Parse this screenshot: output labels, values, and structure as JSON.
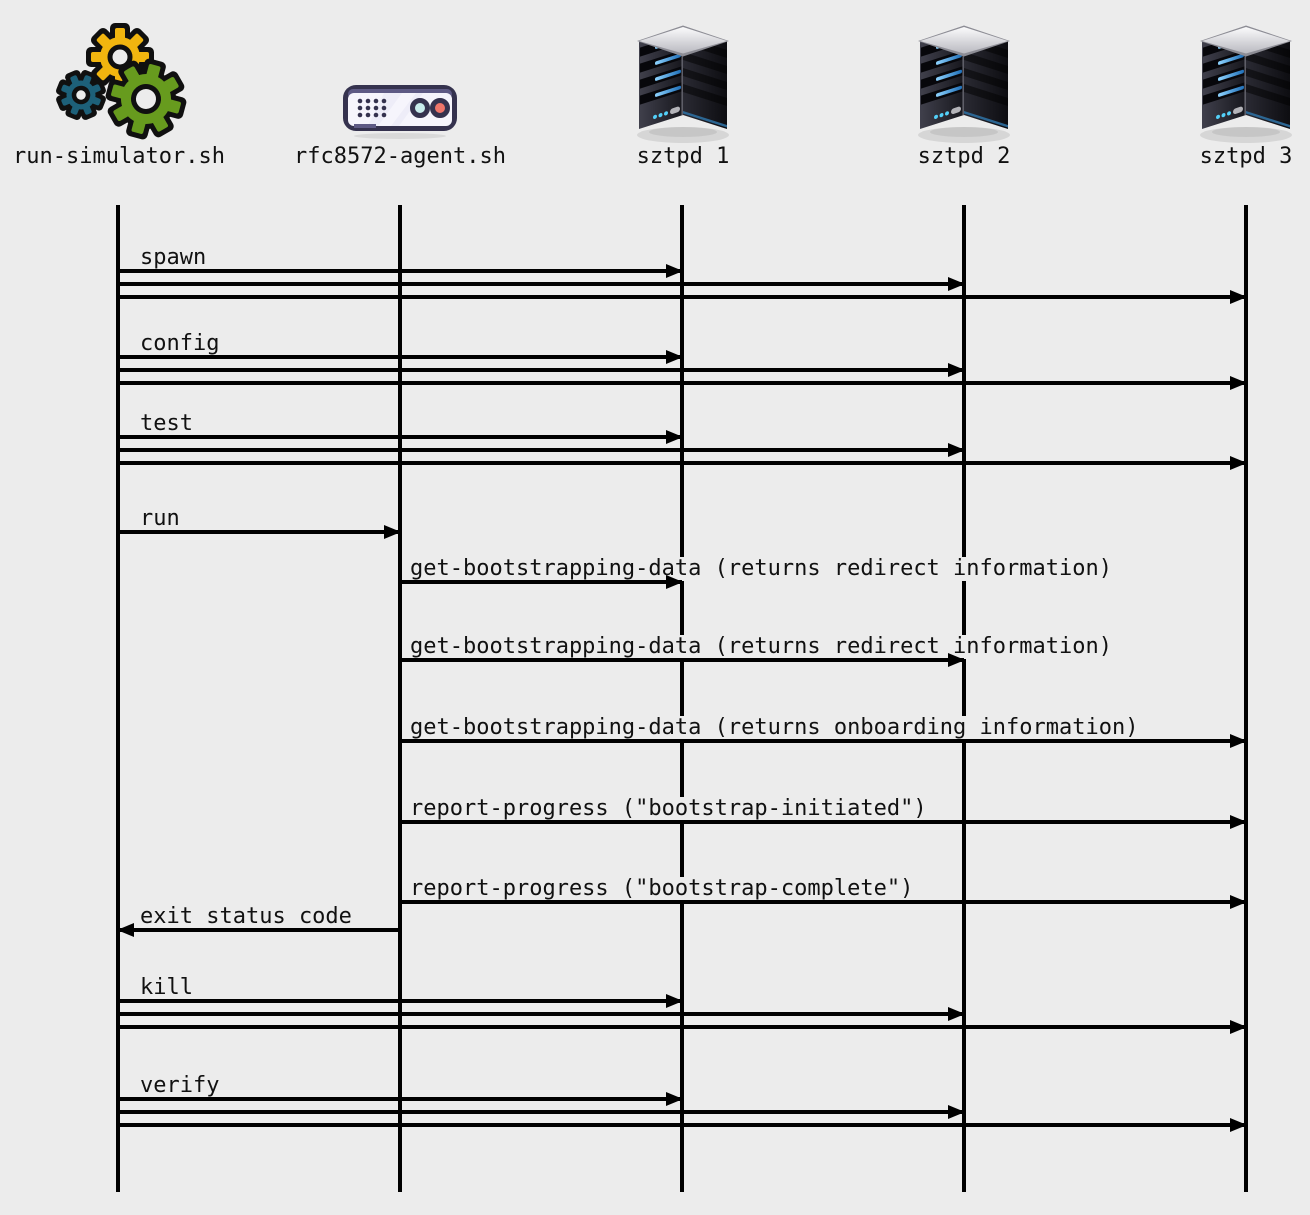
{
  "diagram": {
    "palette": {
      "background": "#ececec",
      "line": "#000000",
      "gear_yellow": "#f1b50f",
      "gear_blue": "#1d6079",
      "gear_green": "#679b1e",
      "server_led_blue": "#4aa6e8",
      "appliance_button_teal": "#c9ecec",
      "appliance_button_red": "#ef756a"
    },
    "actors": [
      {
        "name": "run-simulator.sh",
        "icon": "gears-icon"
      },
      {
        "name": "rfc8572-agent.sh",
        "icon": "appliance-icon"
      },
      {
        "name": "sztpd 1",
        "icon": "server-icon"
      },
      {
        "name": "sztpd 2",
        "icon": "server-icon"
      },
      {
        "name": "sztpd 3",
        "icon": "server-icon"
      }
    ],
    "messages": [
      {
        "label": "spawn",
        "from": "run-simulator.sh",
        "to": [
          "sztpd 1",
          "sztpd 2",
          "sztpd 3"
        ]
      },
      {
        "label": "config",
        "from": "run-simulator.sh",
        "to": [
          "sztpd 1",
          "sztpd 2",
          "sztpd 3"
        ]
      },
      {
        "label": "test",
        "from": "run-simulator.sh",
        "to": [
          "sztpd 1",
          "sztpd 2",
          "sztpd 3"
        ]
      },
      {
        "label": "run",
        "from": "run-simulator.sh",
        "to": [
          "rfc8572-agent.sh"
        ]
      },
      {
        "label": "get-bootstrapping-data (returns redirect information)",
        "from": "rfc8572-agent.sh",
        "to": [
          "sztpd 1"
        ]
      },
      {
        "label": "get-bootstrapping-data (returns redirect information)",
        "from": "rfc8572-agent.sh",
        "to": [
          "sztpd 2"
        ]
      },
      {
        "label": "get-bootstrapping-data (returns onboarding information)",
        "from": "rfc8572-agent.sh",
        "to": [
          "sztpd 3"
        ]
      },
      {
        "label": "report-progress (\"bootstrap-initiated\")",
        "from": "rfc8572-agent.sh",
        "to": [
          "sztpd 3"
        ]
      },
      {
        "label": "report-progress (\"bootstrap-complete\")",
        "from": "rfc8572-agent.sh",
        "to": [
          "sztpd 3"
        ]
      },
      {
        "label": "exit status code",
        "from": "rfc8572-agent.sh",
        "to": [
          "run-simulator.sh"
        ]
      },
      {
        "label": "kill",
        "from": "run-simulator.sh",
        "to": [
          "sztpd 1",
          "sztpd 2",
          "sztpd 3"
        ]
      },
      {
        "label": "verify",
        "from": "run-simulator.sh",
        "to": [
          "sztpd 1",
          "sztpd 2",
          "sztpd 3"
        ]
      }
    ]
  }
}
